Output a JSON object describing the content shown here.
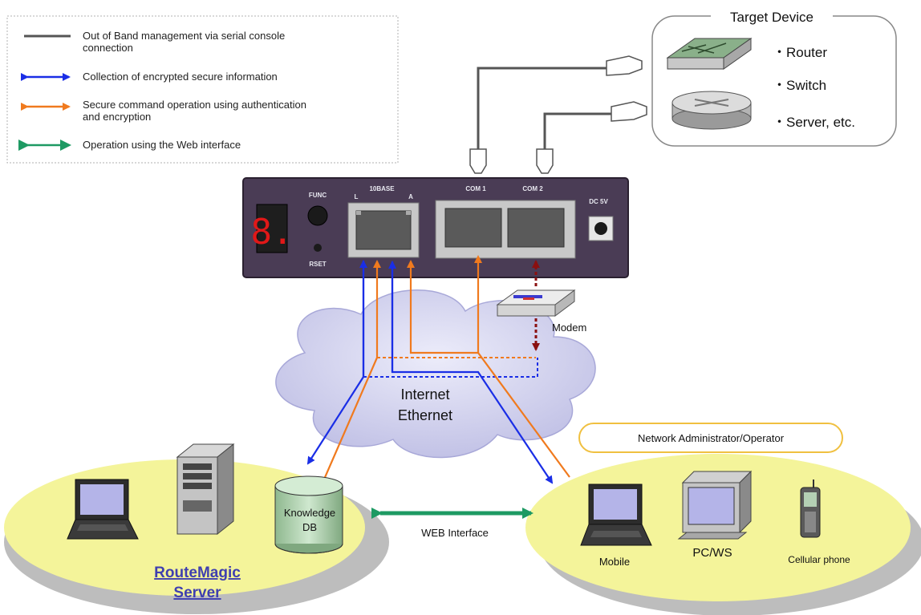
{
  "legend": {
    "items": [
      {
        "line1": "Out of Band management via serial console",
        "line2": "connection",
        "color": "#555555"
      },
      {
        "line1": "Collection of encrypted secure information",
        "line2": "",
        "color": "#1a2ee6"
      },
      {
        "line1": "Secure command operation using authentication",
        "line2": "and encryption",
        "color": "#f07a1e"
      },
      {
        "line1": "Operation using the Web interface",
        "line2": "",
        "color": "#1e9a63"
      }
    ]
  },
  "target_device": {
    "title": "Target Device",
    "items": [
      "・Router",
      "・Switch",
      "・Server, etc."
    ]
  },
  "device_panel": {
    "func_label": "FUNC",
    "reset_label": "RSET",
    "lan_label": "10BASE",
    "lan_left": "L",
    "lan_right": "A",
    "com1_label": "COM 1",
    "com2_label": "COM 2",
    "power_label": "DC 5V",
    "display_digit": "8.",
    "body_color": "#4a3c55"
  },
  "modem_label": "Modem",
  "cloud": {
    "line1": "Internet",
    "line2": "Ethernet",
    "color": "#c8c8ec"
  },
  "server_site": {
    "title_line1": "RouteMagic",
    "title_line2": "Server",
    "db_line1": "Knowledge",
    "db_line2": "DB",
    "ellipse_color": "#f4f49a"
  },
  "web_interface_label": "WEB Interface",
  "admin_site": {
    "title": "Network Administrator/Operator",
    "clients": [
      "Mobile",
      "PC/WS",
      "Cellular phone"
    ]
  }
}
